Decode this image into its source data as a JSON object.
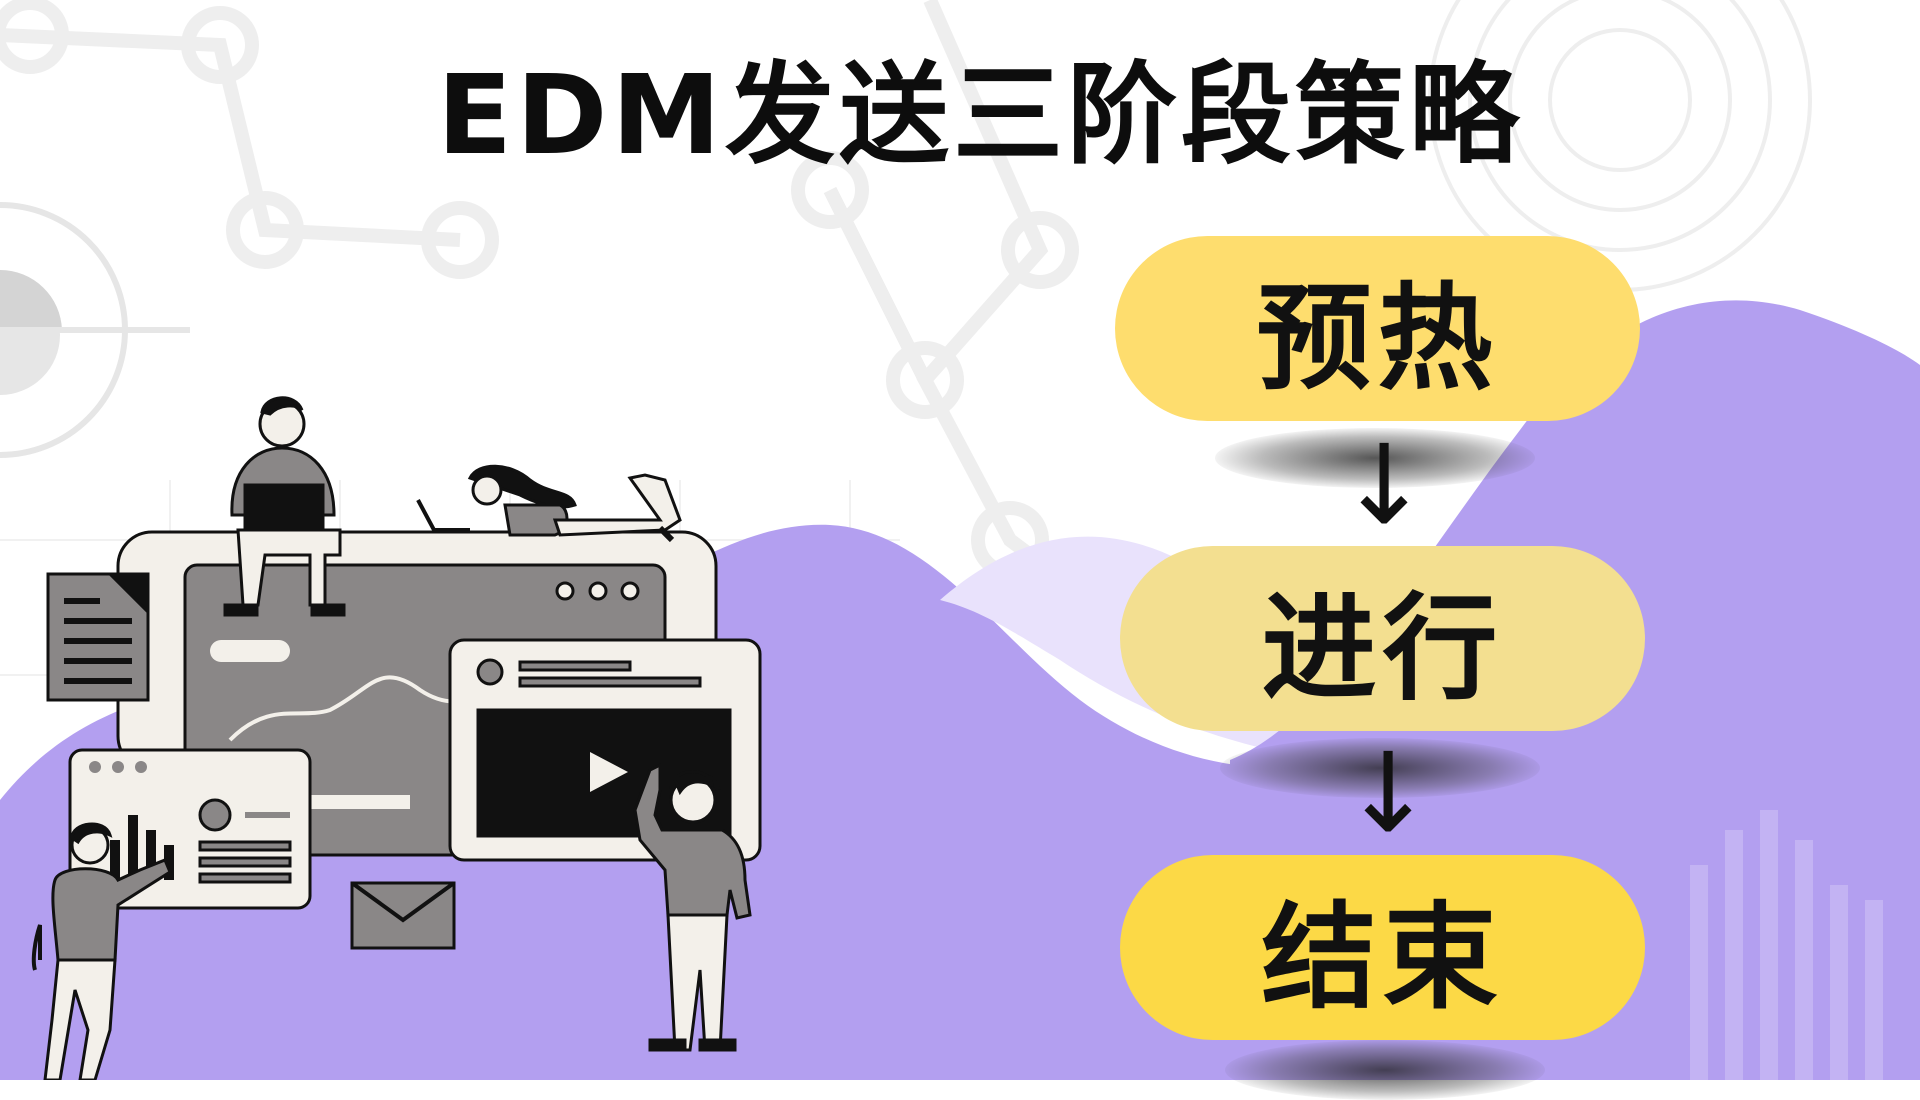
{
  "title": "EDM发送三阶段策略",
  "stages": [
    {
      "label": "预热",
      "color": "#fedd6e"
    },
    {
      "label": "进行",
      "color": "#f3df90"
    },
    {
      "label": "结束",
      "color": "#fcd946"
    }
  ],
  "flow_arrow": "↓",
  "colors": {
    "background": "#ffffff",
    "purple_hill": "#b39ff0",
    "light_lavender": "#e9e2fc",
    "network_lines": "#eeeeee",
    "illustration_gray": "#8a8787",
    "illustration_cream": "#f3f0ea",
    "ink": "#111111"
  }
}
